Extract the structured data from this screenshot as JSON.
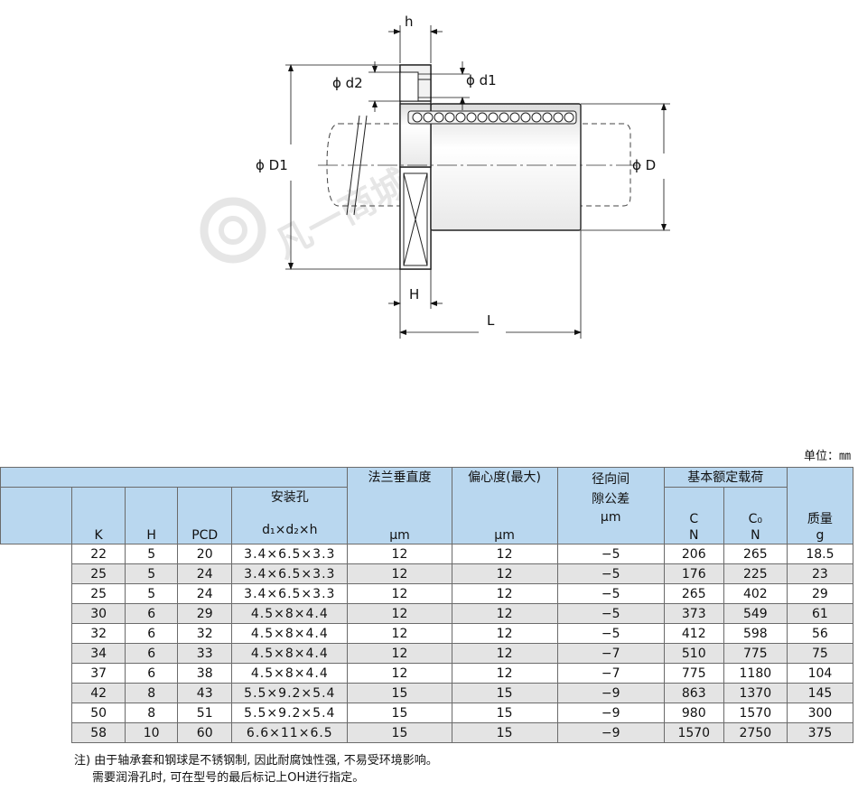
{
  "drawing": {
    "labels": {
      "h_top": "h",
      "d2": "ϕ d2",
      "d1": "ϕ d1",
      "D1": "ϕ D1",
      "D": "ϕ D",
      "H": "H",
      "L": "L"
    },
    "watermark": "凡一商城"
  },
  "unit_label": "单位：㎜",
  "table": {
    "headers": {
      "flange_perp": "法兰垂直度",
      "eccentricity": "偏心度(最大)",
      "radial_clearance": "径向间隙公差",
      "basic_load": "基本额定载荷",
      "mount_hole": "安装孔",
      "mass": "质量",
      "K": "K",
      "H": "H",
      "PCD": "PCD",
      "hole_formula": "d₁×d₂×h",
      "um1": "μm",
      "um2": "μm",
      "um3": "μm",
      "C": "C",
      "C0": "C₀",
      "N1": "N",
      "N2": "N",
      "g": "g"
    },
    "rows": [
      {
        "K": "22",
        "H": "5",
        "PCD": "20",
        "hole": "3.4×6.5×3.3",
        "flange": "12",
        "ecc": "12",
        "clear": "−5",
        "C": "206",
        "C0": "265",
        "mass": "18.5"
      },
      {
        "K": "25",
        "H": "5",
        "PCD": "24",
        "hole": "3.4×6.5×3.3",
        "flange": "12",
        "ecc": "12",
        "clear": "−5",
        "C": "176",
        "C0": "225",
        "mass": "23"
      },
      {
        "K": "25",
        "H": "5",
        "PCD": "24",
        "hole": "3.4×6.5×3.3",
        "flange": "12",
        "ecc": "12",
        "clear": "−5",
        "C": "265",
        "C0": "402",
        "mass": "29"
      },
      {
        "K": "30",
        "H": "6",
        "PCD": "29",
        "hole": "4.5×8×4.4",
        "flange": "12",
        "ecc": "12",
        "clear": "−5",
        "C": "373",
        "C0": "549",
        "mass": "61"
      },
      {
        "K": "32",
        "H": "6",
        "PCD": "32",
        "hole": "4.5×8×4.4",
        "flange": "12",
        "ecc": "12",
        "clear": "−5",
        "C": "412",
        "C0": "598",
        "mass": "56"
      },
      {
        "K": "34",
        "H": "6",
        "PCD": "33",
        "hole": "4.5×8×4.4",
        "flange": "12",
        "ecc": "12",
        "clear": "−7",
        "C": "510",
        "C0": "775",
        "mass": "75"
      },
      {
        "K": "37",
        "H": "6",
        "PCD": "38",
        "hole": "4.5×8×4.4",
        "flange": "12",
        "ecc": "12",
        "clear": "−7",
        "C": "775",
        "C0": "1180",
        "mass": "104"
      },
      {
        "K": "42",
        "H": "8",
        "PCD": "43",
        "hole": "5.5×9.2×5.4",
        "flange": "15",
        "ecc": "15",
        "clear": "−9",
        "C": "863",
        "C0": "1370",
        "mass": "145"
      },
      {
        "K": "50",
        "H": "8",
        "PCD": "51",
        "hole": "5.5×9.2×5.4",
        "flange": "15",
        "ecc": "15",
        "clear": "−9",
        "C": "980",
        "C0": "1570",
        "mass": "300"
      },
      {
        "K": "58",
        "H": "10",
        "PCD": "60",
        "hole": "6.6×11×6.5",
        "flange": "15",
        "ecc": "15",
        "clear": "−9",
        "C": "1570",
        "C0": "2750",
        "mass": "375"
      }
    ]
  },
  "notes": [
    "注) 由于轴承套和钢球是不锈钢制, 因此耐腐蚀性强, 不易受环境影响。",
    "需要润滑孔时, 可在型号的最后标记上OH进行指定。"
  ]
}
